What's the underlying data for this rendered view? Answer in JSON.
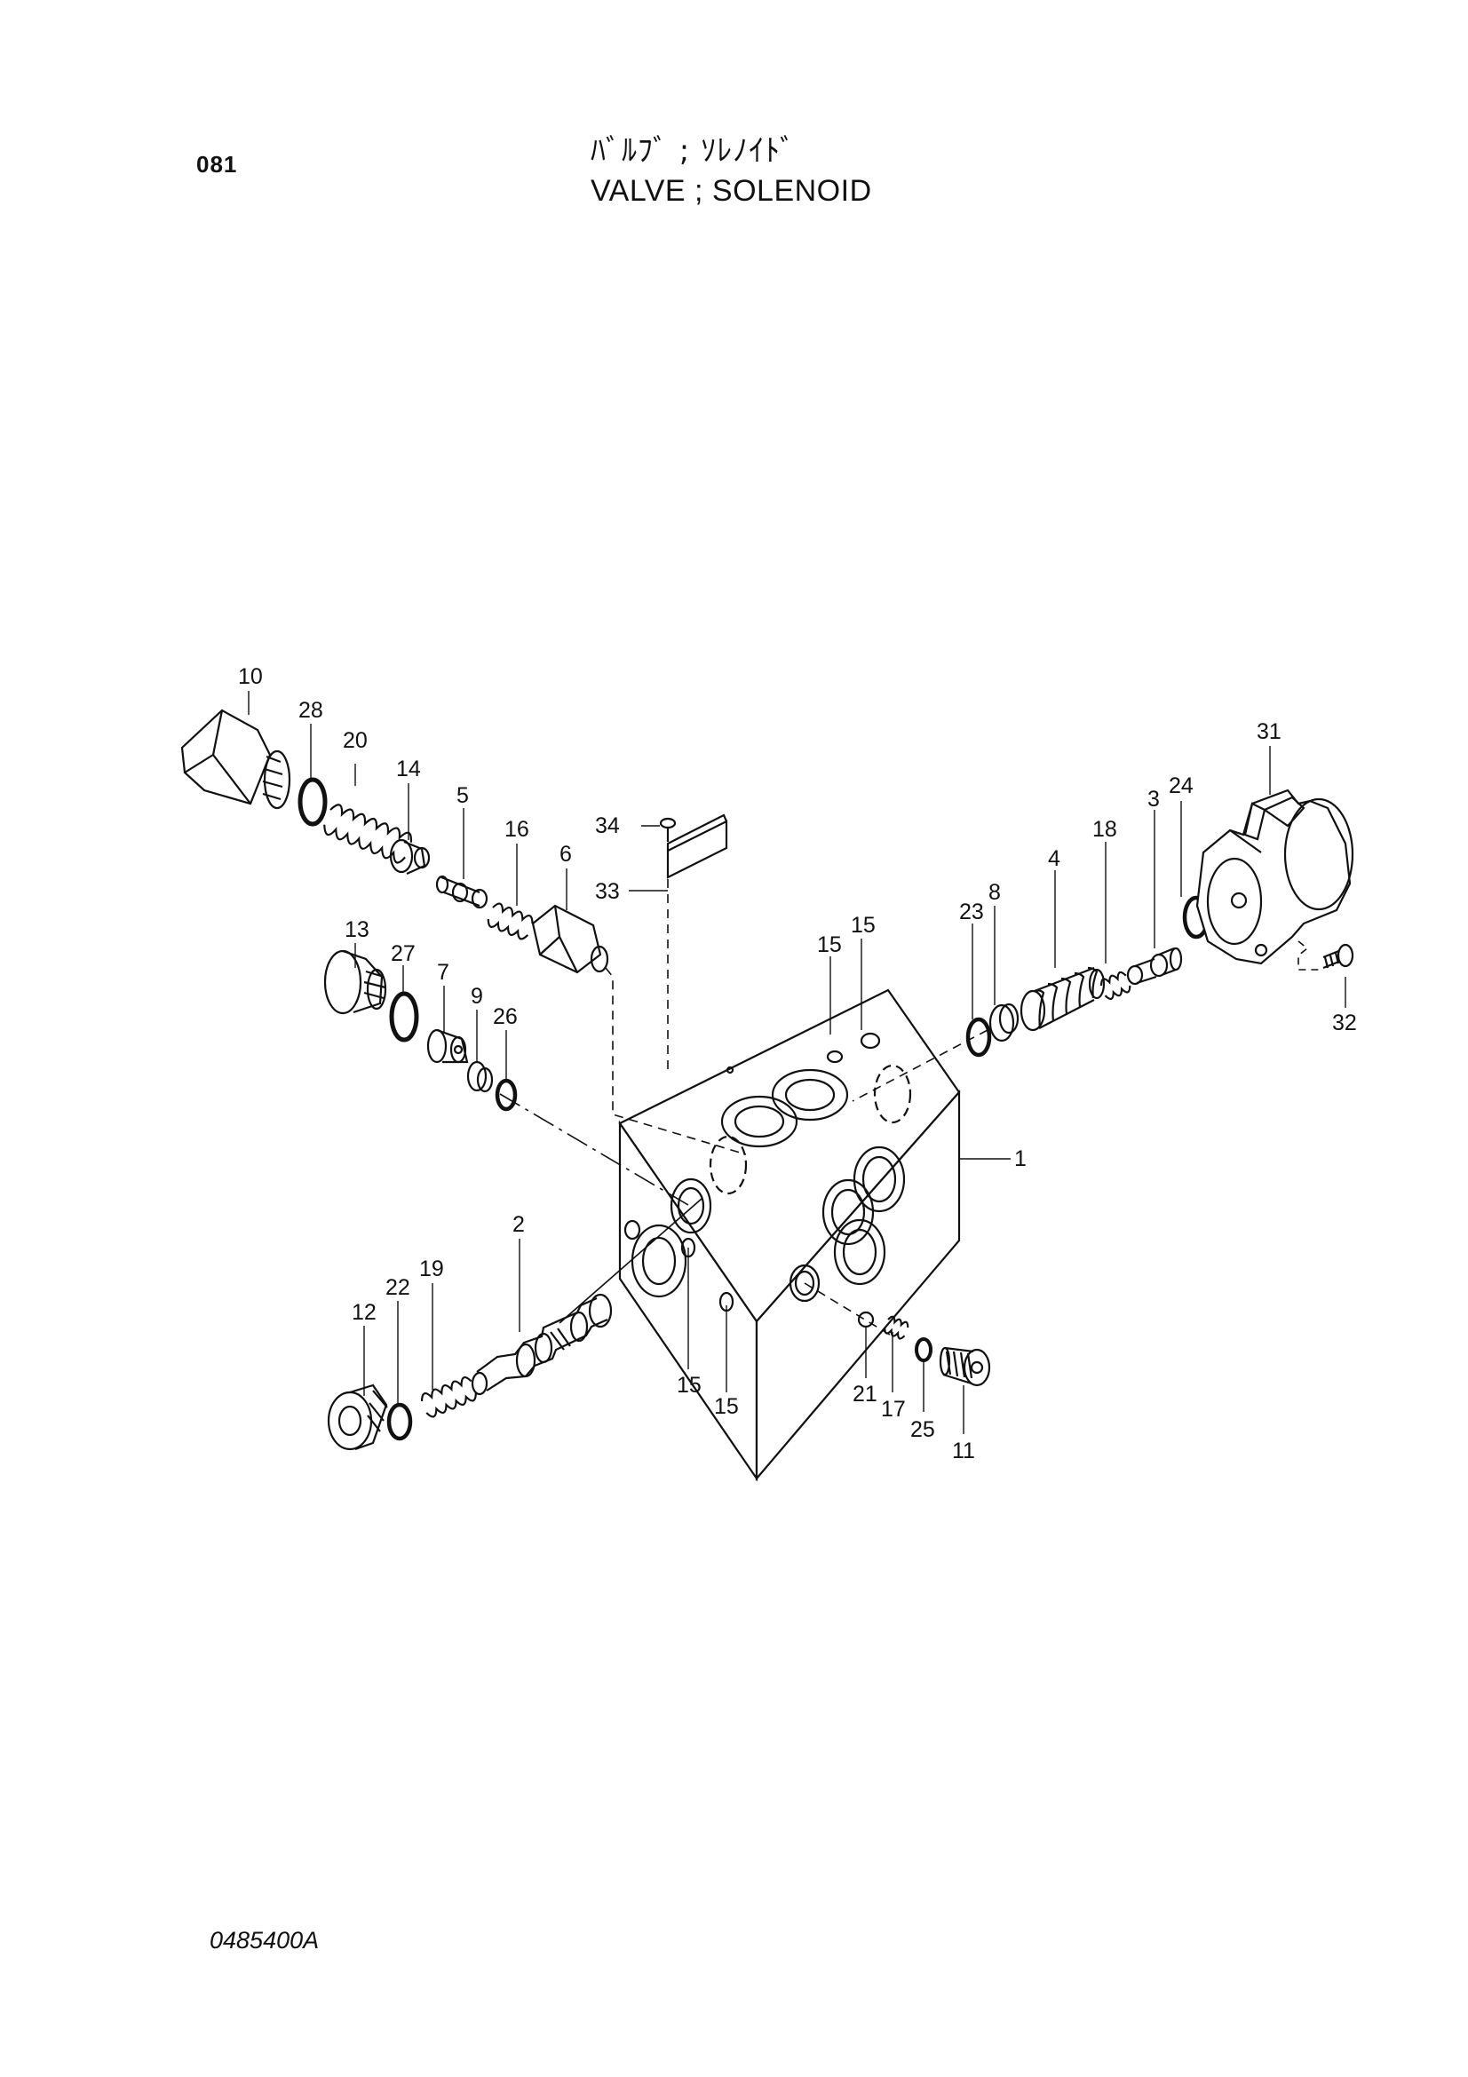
{
  "header": {
    "page_number": "081",
    "title_jp": "ﾊﾞﾙﾌﾞ ; ｿﾚﾉｲﾄﾞ",
    "title_en": "VALVE ; SOLENOID"
  },
  "footer": {
    "document_code": "0485400A"
  },
  "callouts": {
    "c10": "10",
    "c28": "28",
    "c20": "20",
    "c14": "14",
    "c5": "5",
    "c16": "16",
    "c6": "6",
    "c34": "34",
    "c33": "33",
    "c13": "13",
    "c27": "27",
    "c7": "7",
    "c9": "9",
    "c26": "26",
    "c15a": "15",
    "c15b": "15",
    "c15c": "15",
    "c15d": "15",
    "c23": "23",
    "c8": "8",
    "c4": "4",
    "c18": "18",
    "c3": "3",
    "c24": "24",
    "c31": "31",
    "c32": "32",
    "c1": "1",
    "c2": "2",
    "c19": "19",
    "c22": "22",
    "c12": "12",
    "c21": "21",
    "c17": "17",
    "c25": "25",
    "c11": "11"
  }
}
